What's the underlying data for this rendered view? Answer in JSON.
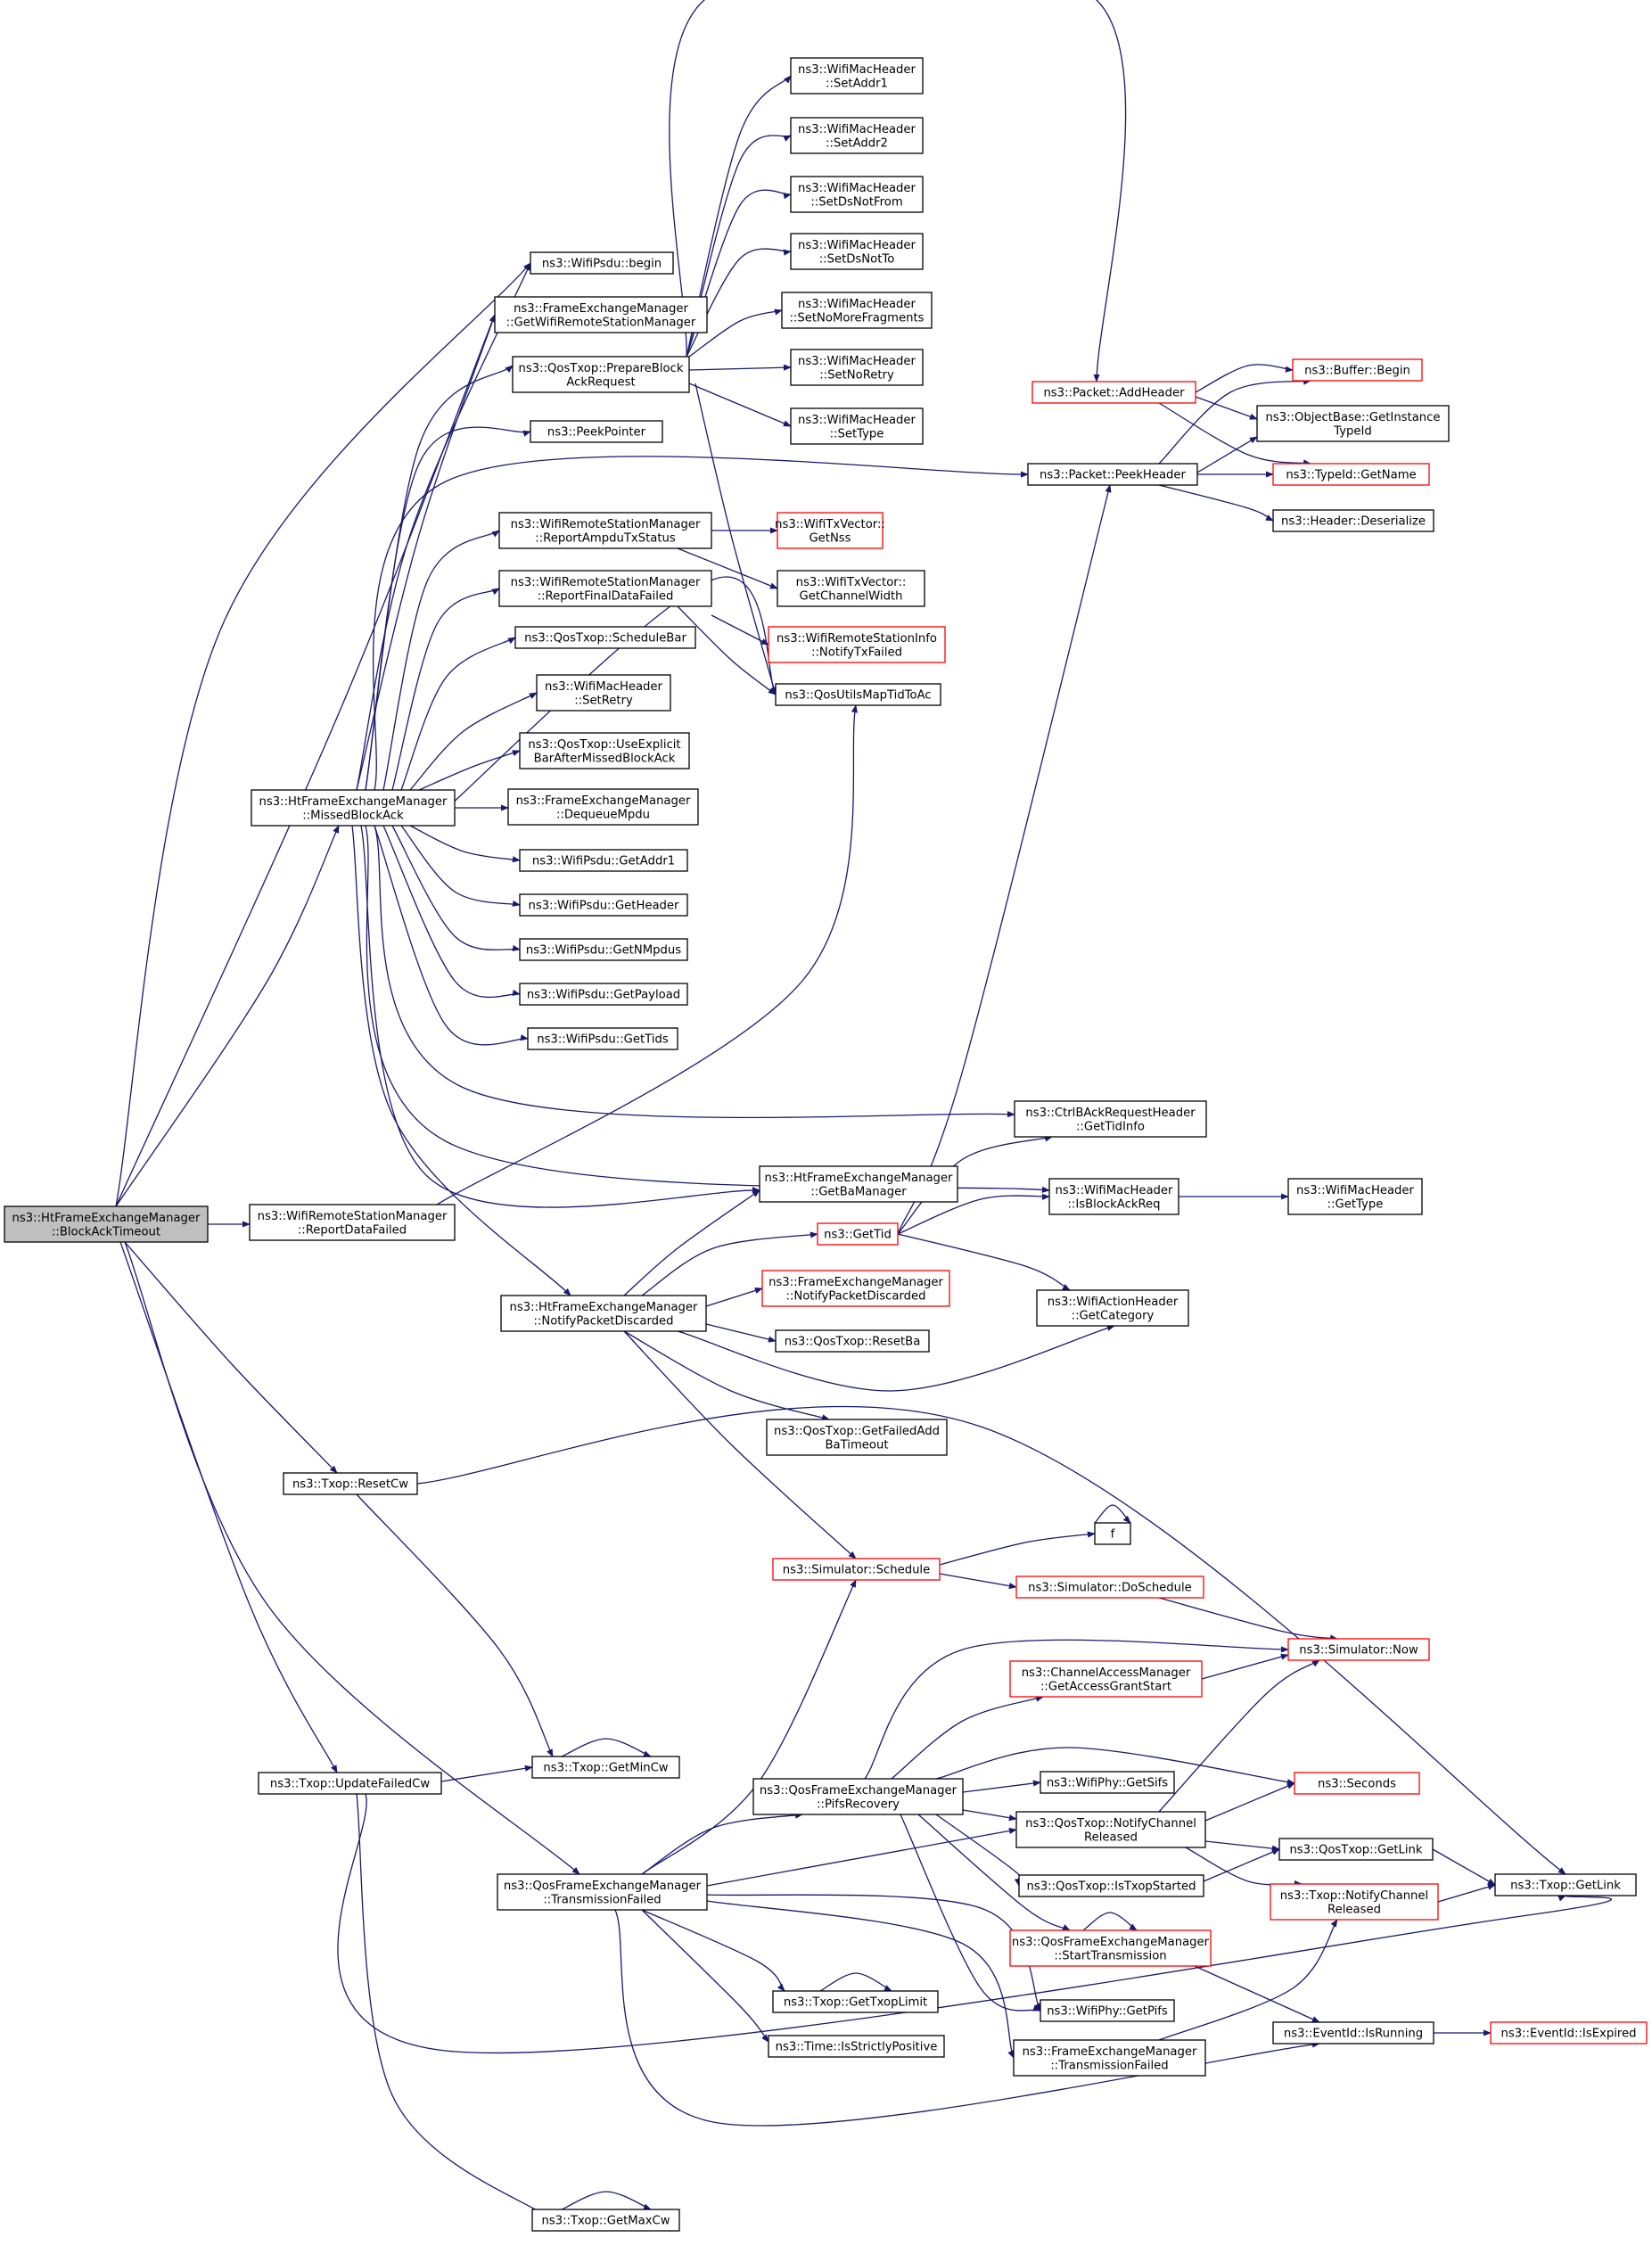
{
  "colors": {
    "edge": "#191970",
    "node_border": "#000000",
    "truncated_border": "#ff0000",
    "root_fill": "#bfbfbf"
  },
  "nodes": [
    {
      "id": "root",
      "lines": [
        "ns3::HtFrameExchangeManager",
        "::BlockAckTimeout"
      ]
    },
    {
      "id": "begin",
      "lines": [
        "ns3::WifiPsdu::begin"
      ]
    },
    {
      "id": "getwrsm",
      "lines": [
        "ns3::FrameExchangeManager",
        "::GetWifiRemoteStationManager"
      ]
    },
    {
      "id": "prepbar",
      "lines": [
        "ns3::QosTxop::PrepareBlock",
        "AckRequest"
      ]
    },
    {
      "id": "peekptr",
      "lines": [
        "ns3::PeekPointer"
      ]
    },
    {
      "id": "rampdu",
      "lines": [
        "ns3::WifiRemoteStationManager",
        "::ReportAmpduTxStatus"
      ]
    },
    {
      "id": "rfdf",
      "lines": [
        "ns3::WifiRemoteStationManager",
        "::ReportFinalDataFailed"
      ]
    },
    {
      "id": "schedbar",
      "lines": [
        "ns3::QosTxop::ScheduleBar"
      ]
    },
    {
      "id": "setretry",
      "lines": [
        "ns3::WifiMacHeader",
        "::SetRetry"
      ]
    },
    {
      "id": "useexpl",
      "lines": [
        "ns3::QosTxop::UseExplicit",
        "BarAfterMissedBlockAck"
      ]
    },
    {
      "id": "dequeue",
      "lines": [
        "ns3::FrameExchangeManager",
        "::DequeueMpdu"
      ]
    },
    {
      "id": "getaddr1",
      "lines": [
        "ns3::WifiPsdu::GetAddr1"
      ]
    },
    {
      "id": "getheader",
      "lines": [
        "ns3::WifiPsdu::GetHeader"
      ]
    },
    {
      "id": "getnmpdus",
      "lines": [
        "ns3::WifiPsdu::GetNMpdus"
      ]
    },
    {
      "id": "getpayload",
      "lines": [
        "ns3::WifiPsdu::GetPayload"
      ]
    },
    {
      "id": "gettids",
      "lines": [
        "ns3::WifiPsdu::GetTids"
      ]
    },
    {
      "id": "missed",
      "lines": [
        "ns3::HtFrameExchangeManager",
        "::MissedBlockAck"
      ]
    },
    {
      "id": "rdf",
      "lines": [
        "ns3::WifiRemoteStationManager",
        "::ReportDataFailed"
      ]
    },
    {
      "id": "npd",
      "lines": [
        "ns3::HtFrameExchangeManager",
        "::NotifyPacketDiscarded"
      ]
    },
    {
      "id": "resetcw",
      "lines": [
        "ns3::Txop::ResetCw"
      ]
    },
    {
      "id": "updfcw",
      "lines": [
        "ns3::Txop::UpdateFailedCw"
      ]
    },
    {
      "id": "getmincw",
      "lines": [
        "ns3::Txop::GetMinCw"
      ]
    },
    {
      "id": "getmaxcw",
      "lines": [
        "ns3::Txop::GetMaxCw"
      ]
    },
    {
      "id": "qtxfailed",
      "lines": [
        "ns3::QosFrameExchangeManager",
        "::TransmissionFailed"
      ]
    },
    {
      "id": "setaddr1",
      "lines": [
        "ns3::WifiMacHeader",
        "::SetAddr1"
      ]
    },
    {
      "id": "setaddr2",
      "lines": [
        "ns3::WifiMacHeader",
        "::SetAddr2"
      ]
    },
    {
      "id": "setdsnotfrom",
      "lines": [
        "ns3::WifiMacHeader",
        "::SetDsNotFrom"
      ]
    },
    {
      "id": "setdsnotto",
      "lines": [
        "ns3::WifiMacHeader",
        "::SetDsNotTo"
      ]
    },
    {
      "id": "setnomore",
      "lines": [
        "ns3::WifiMacHeader",
        "::SetNoMoreFragments"
      ]
    },
    {
      "id": "setnoretry",
      "lines": [
        "ns3::WifiMacHeader",
        "::SetNoRetry"
      ]
    },
    {
      "id": "settype",
      "lines": [
        "ns3::WifiMacHeader",
        "::SetType"
      ]
    },
    {
      "id": "getnss",
      "lines": [
        "ns3::WifiTxVector::",
        "GetNss"
      ]
    },
    {
      "id": "getcw",
      "lines": [
        "ns3::WifiTxVector::",
        "GetChannelWidth"
      ]
    },
    {
      "id": "notifytxf",
      "lines": [
        "ns3::WifiRemoteStationInfo",
        "::NotifyTxFailed"
      ]
    },
    {
      "id": "qosutils",
      "lines": [
        "ns3::QosUtilsMapTidToAc"
      ]
    },
    {
      "id": "getbaman",
      "lines": [
        "ns3::HtFrameExchangeManager",
        "::GetBaManager"
      ]
    },
    {
      "id": "gettid",
      "lines": [
        "ns3::GetTid"
      ]
    },
    {
      "id": "fempd",
      "lines": [
        "ns3::FrameExchangeManager",
        "::NotifyPacketDiscarded"
      ]
    },
    {
      "id": "resetba",
      "lines": [
        "ns3::QosTxop::ResetBa"
      ]
    },
    {
      "id": "getfab",
      "lines": [
        "ns3::QosTxop::GetFailedAdd",
        "BaTimeout"
      ]
    },
    {
      "id": "schedule",
      "lines": [
        "ns3::Simulator::Schedule"
      ]
    },
    {
      "id": "f",
      "lines": [
        "f"
      ]
    },
    {
      "id": "dosched",
      "lines": [
        "ns3::Simulator::DoSchedule"
      ]
    },
    {
      "id": "pifsrec",
      "lines": [
        "ns3::QosFrameExchangeManager",
        "::PifsRecovery"
      ]
    },
    {
      "id": "cam",
      "lines": [
        "ns3::ChannelAccessManager",
        "::GetAccessGrantStart"
      ]
    },
    {
      "id": "getsifs",
      "lines": [
        "ns3::WifiPhy::GetSifs"
      ]
    },
    {
      "id": "qtxnotrel",
      "lines": [
        "ns3::QosTxop::NotifyChannel",
        "Released"
      ]
    },
    {
      "id": "istxop",
      "lines": [
        "ns3::QosTxop::IsTxopStarted"
      ]
    },
    {
      "id": "starttx",
      "lines": [
        "ns3::QosFrameExchangeManager",
        "::StartTransmission"
      ]
    },
    {
      "id": "gettxoplim",
      "lines": [
        "ns3::Txop::GetTxopLimit"
      ]
    },
    {
      "id": "getpifs",
      "lines": [
        "ns3::WifiPhy::GetPifs"
      ]
    },
    {
      "id": "isstrict",
      "lines": [
        "ns3::Time::IsStrictlyPositive"
      ]
    },
    {
      "id": "fetxfailed",
      "lines": [
        "ns3::FrameExchangeManager",
        "::TransmissionFailed"
      ]
    },
    {
      "id": "addheader",
      "lines": [
        "ns3::Packet::AddHeader"
      ]
    },
    {
      "id": "peekheader",
      "lines": [
        "ns3::Packet::PeekHeader"
      ]
    },
    {
      "id": "bufbegin",
      "lines": [
        "ns3::Buffer::Begin"
      ]
    },
    {
      "id": "obgit",
      "lines": [
        "ns3::ObjectBase::GetInstance",
        "TypeId"
      ]
    },
    {
      "id": "typeid",
      "lines": [
        "ns3::TypeId::GetName"
      ]
    },
    {
      "id": "deser",
      "lines": [
        "ns3::Header::Deserialize"
      ]
    },
    {
      "id": "ctrlbar",
      "lines": [
        "ns3::CtrlBAckRequestHeader",
        "::GetTidInfo"
      ]
    },
    {
      "id": "isbar",
      "lines": [
        "ns3::WifiMacHeader",
        "::IsBlockAckReq"
      ]
    },
    {
      "id": "gettype",
      "lines": [
        "ns3::WifiMacHeader",
        "::GetType"
      ]
    },
    {
      "id": "wahgc",
      "lines": [
        "ns3::WifiActionHeader",
        "::GetCategory"
      ]
    },
    {
      "id": "simnow",
      "lines": [
        "ns3::Simulator::Now"
      ]
    },
    {
      "id": "seconds",
      "lines": [
        "ns3::Seconds"
      ]
    },
    {
      "id": "qtxgetlink",
      "lines": [
        "ns3::QosTxop::GetLink"
      ]
    },
    {
      "id": "txopnotrel",
      "lines": [
        "ns3::Txop::NotifyChannel",
        "Released"
      ]
    },
    {
      "id": "txgetlink",
      "lines": [
        "ns3::Txop::GetLink"
      ]
    },
    {
      "id": "isrunning",
      "lines": [
        "ns3::EventId::IsRunning"
      ]
    },
    {
      "id": "isexpired",
      "lines": [
        "ns3::EventId::IsExpired"
      ]
    }
  ]
}
